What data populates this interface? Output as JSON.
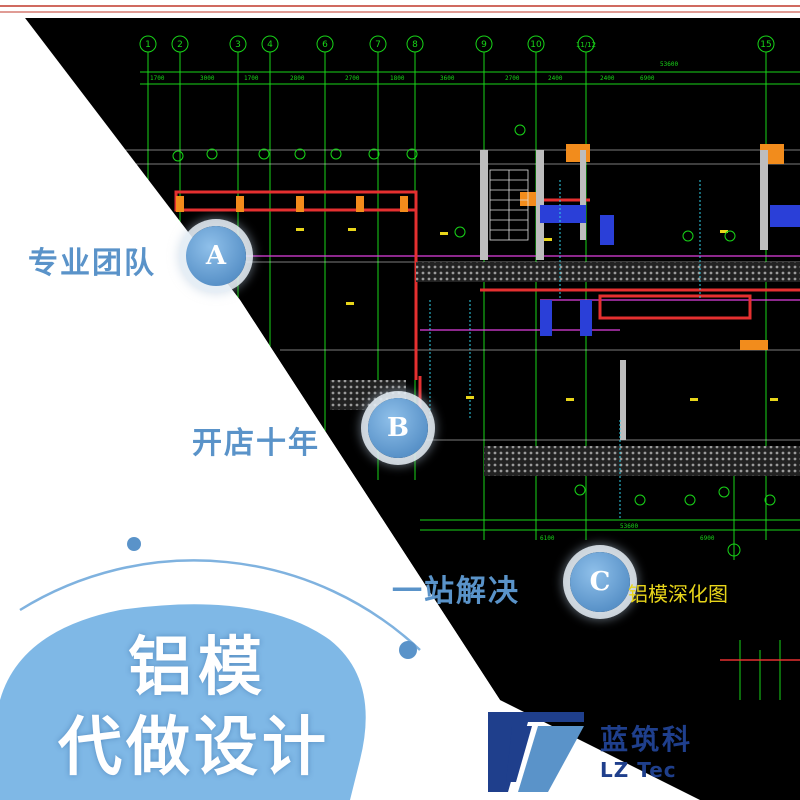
{
  "features": [
    {
      "label": "专业团队",
      "badge": "A"
    },
    {
      "label": "开店十年",
      "badge": "B"
    },
    {
      "label": "一站解决",
      "badge": "C"
    }
  ],
  "headline": {
    "line1": "铝模",
    "line2": "代做设计"
  },
  "drawing_caption": "铝模深化图",
  "brand": {
    "name_cn": "蓝筑科",
    "name_en": "LZ Tec"
  },
  "grid_axis_labels": [
    "1",
    "2",
    "3",
    "4",
    "6",
    "7",
    "8",
    "9",
    "10",
    "11/12",
    "15"
  ],
  "colors": {
    "accent_blue": "#5a93c9",
    "brand_navy": "#1f3f8c",
    "cad_background": "#000000",
    "cad_green": "#18d418",
    "cad_yellow": "#e8d51a"
  }
}
